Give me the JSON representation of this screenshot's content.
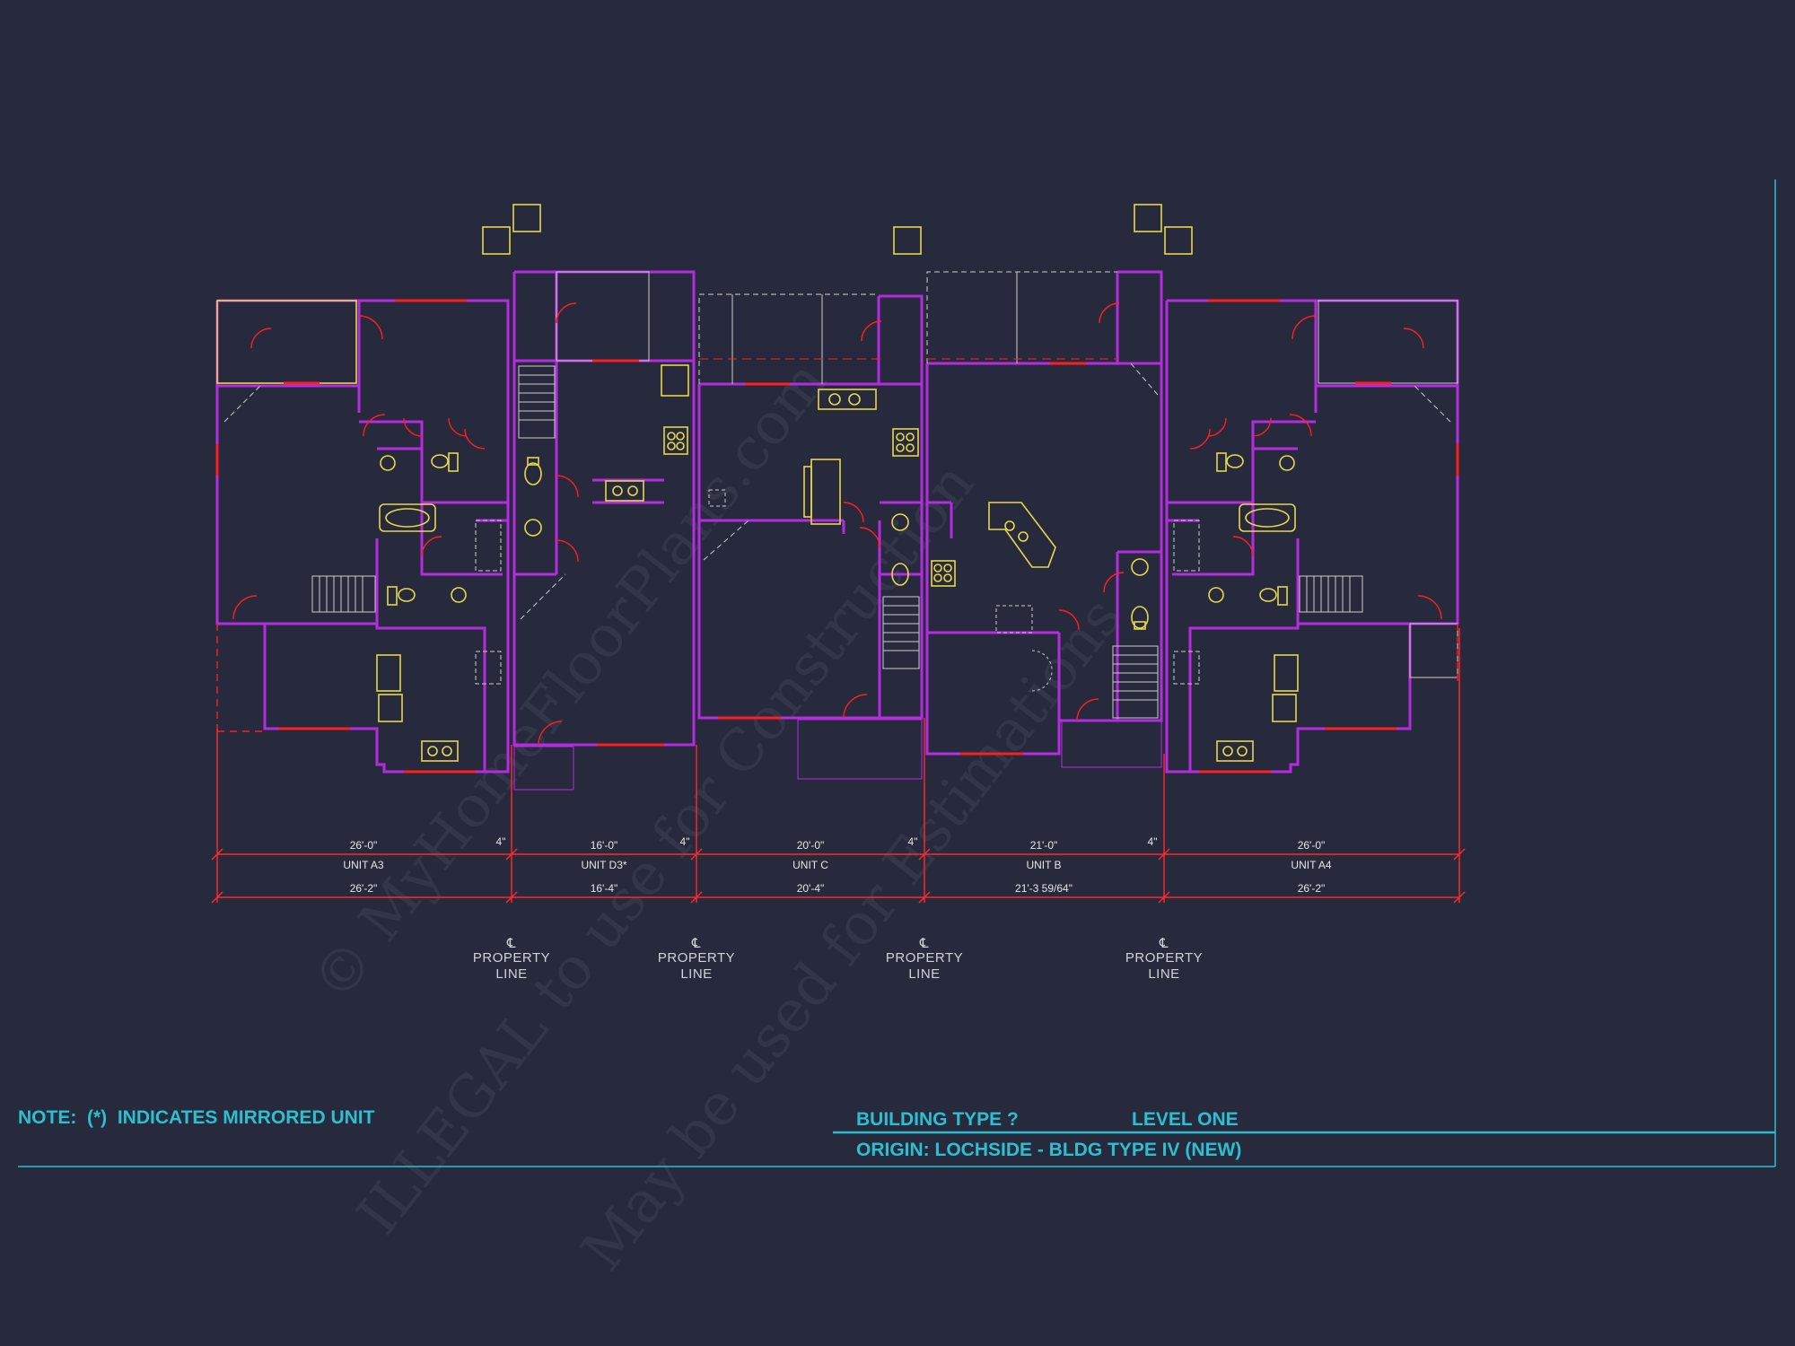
{
  "colors": {
    "background": "#272a3d",
    "wall": "#b52ce0",
    "wall_inner": "#8a2ab0",
    "window": "#ff1e1e",
    "dimension": "#ff2a2a",
    "fixture": "#e8d84a",
    "text": "#e6e6e6",
    "title": "#2bbfd0",
    "border": "#2bbfd0"
  },
  "units": [
    {
      "id": "a3",
      "label": "UNIT A3",
      "dim_top": "26'-0\"",
      "dim_bottom": "26'-2\"",
      "gap": "4\""
    },
    {
      "id": "d3",
      "label": "UNIT D3*",
      "dim_top": "16'-0\"",
      "dim_bottom": "16'-4\"",
      "gap": "4\""
    },
    {
      "id": "c",
      "label": "UNIT C",
      "dim_top": "20'-0\"",
      "dim_bottom": "20'-4\"",
      "gap": "4\""
    },
    {
      "id": "b",
      "label": "UNIT B",
      "dim_top": "21'-0\"",
      "dim_bottom": "21'-3 59/64\"",
      "gap": "4\""
    },
    {
      "id": "a4",
      "label": "UNIT A4",
      "dim_top": "26'-0\"",
      "dim_bottom": "26'-2\"",
      "gap": ""
    }
  ],
  "property_lines": [
    {
      "symbol": "℄",
      "line1": "PROPERTY",
      "line2": "LINE"
    },
    {
      "symbol": "℄",
      "line1": "PROPERTY",
      "line2": "LINE"
    },
    {
      "symbol": "℄",
      "line1": "PROPERTY",
      "line2": "LINE"
    },
    {
      "symbol": "℄",
      "line1": "PROPERTY",
      "line2": "LINE"
    }
  ],
  "note": "NOTE:  (*)  INDICATES MIRRORED UNIT",
  "title_block": {
    "building_type": "BUILDING TYPE ?",
    "level": "LEVEL ONE",
    "origin": "ORIGIN: LOCHSIDE - BLDG TYPE IV (NEW)"
  },
  "watermark": {
    "line1": "© MyHomeFloorPlans.com",
    "line2": "ILLEGAL to use for Construction",
    "line3": "May be used for Estimations"
  }
}
